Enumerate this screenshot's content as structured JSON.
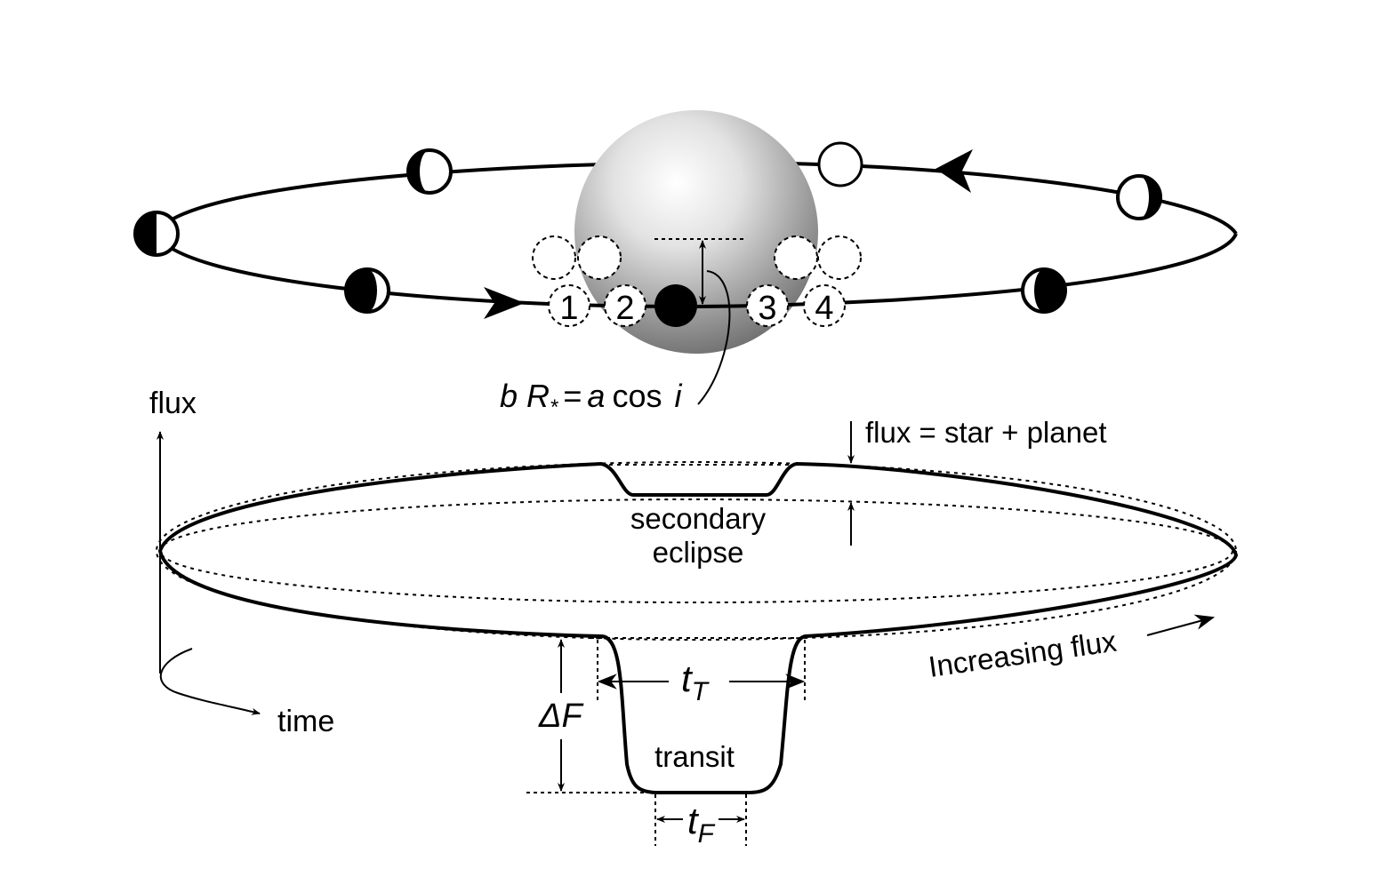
{
  "orbit": {
    "contact_points": [
      "1",
      "2",
      "3",
      "4"
    ],
    "impact_formula": {
      "b": "b",
      "r_star": "R",
      "r_sub": "*",
      "equals": "=",
      "a": "a",
      "cos": "cos",
      "i": "i"
    },
    "colors": {
      "ink": "#000000",
      "star_light": "#ffffff",
      "star_dark": "#6e6e6e"
    }
  },
  "lightcurve": {
    "y_axis_label": "flux",
    "x_axis_label": "time",
    "top_annotation": "flux = star + planet",
    "secondary_label_line1": "secondary",
    "secondary_label_line2": "eclipse",
    "increasing_label": "Increasing flux",
    "transit_label": "transit",
    "depth_label": "ΔF",
    "total_duration": {
      "t": "t",
      "sub": "T"
    },
    "flat_duration": {
      "t": "t",
      "sub": "F"
    }
  }
}
